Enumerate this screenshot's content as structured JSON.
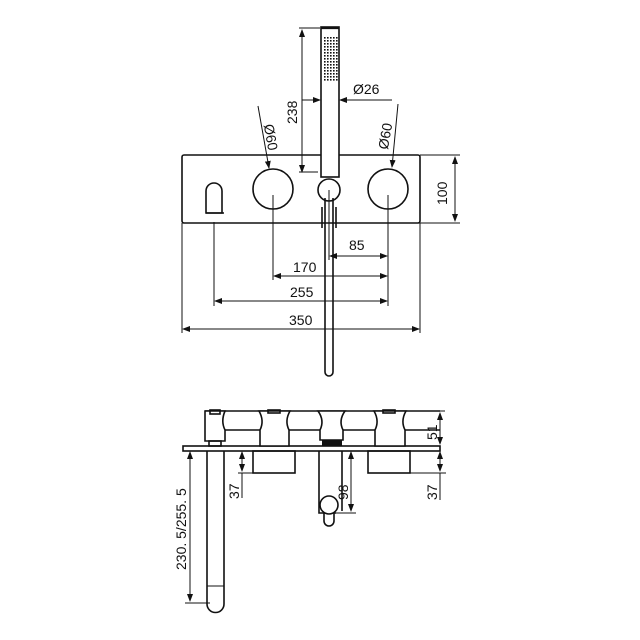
{
  "drawing": {
    "type": "technical dimension drawing",
    "front_view": {
      "dimensions": {
        "handshower_length": "238",
        "handshower_diameter": "Ø26",
        "left_handle_diameter": "Ø60",
        "right_handle_diameter": "Ø60",
        "plate_height": "100",
        "center_to_right_handle": "85",
        "left_to_right_handle": "170",
        "spout_to_right_handle": "255",
        "plate_width": "350"
      }
    },
    "side_view": {
      "dimensions": {
        "handle_height": "51",
        "right_body_depth": "37",
        "left_body_depth": "37",
        "hose_outlet_drop": "98",
        "spout_projection": "230. 5/255. 5"
      }
    }
  }
}
